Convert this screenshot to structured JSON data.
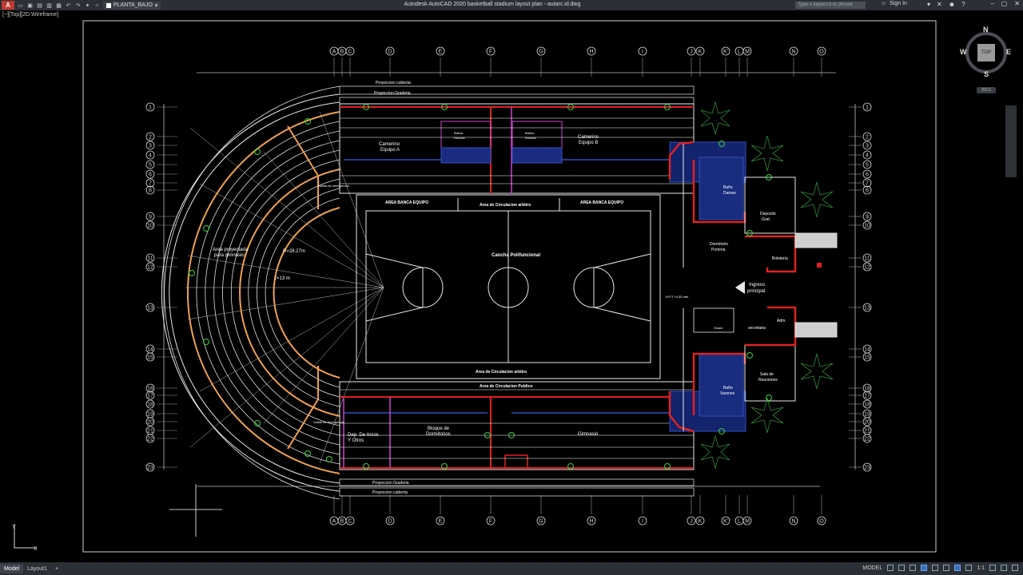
{
  "titlebar": {
    "app_icon": "A",
    "layer_name": "PLANTA_BAJO",
    "window_title": "Autodesk AutoCAD 2020   basketball stadium layout plan - autarc.id.dwg",
    "search_placeholder": "Type a keyword or phrase",
    "sign_in": "Sign In",
    "icons": [
      "new-icon",
      "open-icon",
      "save-icon",
      "saveas-icon",
      "plot-icon",
      "undo-icon",
      "redo-icon",
      "lightbulb-icon",
      "sun-icon",
      "search-icon",
      "user-icon",
      "cart-icon",
      "exchange-icon",
      "help-icon",
      "minimize-icon",
      "maximize-icon",
      "close-icon"
    ]
  },
  "viewport": {
    "label": "[−][Top][2D Wireframe]"
  },
  "viewcube": {
    "face": "TOP",
    "north": "N",
    "south": "S",
    "east": "E",
    "west": "W",
    "wcs": "WCS"
  },
  "ucs": {
    "x": "X",
    "y": "Y"
  },
  "grid": {
    "cols_top": [
      "A",
      "B",
      "C",
      "D",
      "E",
      "F",
      "G",
      "H",
      "I",
      "J",
      "K",
      "K'",
      "L",
      "M",
      "N",
      "O"
    ],
    "cols_bottom": [
      "A",
      "B",
      "C",
      "D",
      "E",
      "F",
      "G",
      "H",
      "I",
      "J",
      "K",
      "K'",
      "L",
      "M",
      "N",
      "O"
    ],
    "rows": [
      "1",
      "2",
      "3",
      "4",
      "5",
      "6",
      "7",
      "8",
      "9",
      "10",
      "11",
      "12",
      "13",
      "14",
      "15",
      "16",
      "17",
      "18",
      "19",
      "20",
      "21",
      "22",
      "23"
    ]
  },
  "plan_labels": {
    "proy_cubierta_top": "Proyeccion cubierta",
    "proy_graderia_top": "Proyeccion Graderia",
    "proy_graderia_bottom": "Proyeccion Graderia",
    "proy_cubierta_bottom": "Proyeccion cubierta",
    "camerino_a_1": "Camerino",
    "camerino_a_2": "Equipo A",
    "camerino_b_1": "Camerino",
    "camerino_b_2": "Equipo B",
    "banos_duchas_1": "Baños",
    "banos_duchas_2": "Duchas",
    "banca_left": "AREA BANCA EQUIPO",
    "circ_arbitro_top": "Area  de  Circulacion arbitro",
    "banca_right": "AREA BANCA EQUIPO",
    "cancha": "Cancha Polifuncional",
    "circ_arbitro_bottom": "Area de Circulacion arbitro",
    "circ_publico": "Area de Circulacion Publico",
    "area_gimnasio_1": "Area proyectada",
    "area_gimnasio_2": "para gimnasio",
    "radius_1": "R=28.27m",
    "radius_2": "r=13 m",
    "salida_emerg_top": "Salida de emergencia",
    "salida_emerg_bottom": "Salida de emergencia",
    "dep_arcos_1": "Dep. De Arcos",
    "dep_arcos_2": "Y Otros",
    "bloque_1": "Bloque de",
    "bloque_2": "Dormitorios",
    "gimnasio": "Gimnasio",
    "bano_damas_1": "Baño",
    "bano_damas_2": "Damas",
    "bano_varones_1": "Baño",
    "bano_varones_2": "Varones",
    "deposito_1": "Deposito",
    "deposito_2": "Grat.",
    "dormitorio_1": "Dormitorio",
    "dormitorio_2": "Porteria",
    "boleteria": "Boleteria",
    "ingreso_1": "Ingreso",
    "ingreso_2": "principal",
    "npt": "N.P.T.+0.35 mts.",
    "snack": "Snack",
    "secretaria": "secretaria",
    "adm": "Adm.",
    "sala_1": "Sala de",
    "sala_2": "Reuniones"
  },
  "statusbar": {
    "tab_model": "Model",
    "tab_layout": "Layout1",
    "add_tab": "+",
    "model_label": "MODEL",
    "scale": "1:1",
    "icons": [
      "grid-icon",
      "snap-icon",
      "ortho-icon",
      "polar-icon",
      "osnap-icon",
      "otrack-icon",
      "lineweight-icon",
      "annotation-icon",
      "workspace-icon",
      "fullscreen-icon",
      "customize-icon"
    ]
  },
  "colors": {
    "background": "#000000",
    "wall_red": "#e02020",
    "bleacher_orange": "#f0a050",
    "door_green": "#3ad23a",
    "tile_blue": "#3050c0",
    "magenta": "#d040d0",
    "grid_white": "#d8d8d8"
  }
}
